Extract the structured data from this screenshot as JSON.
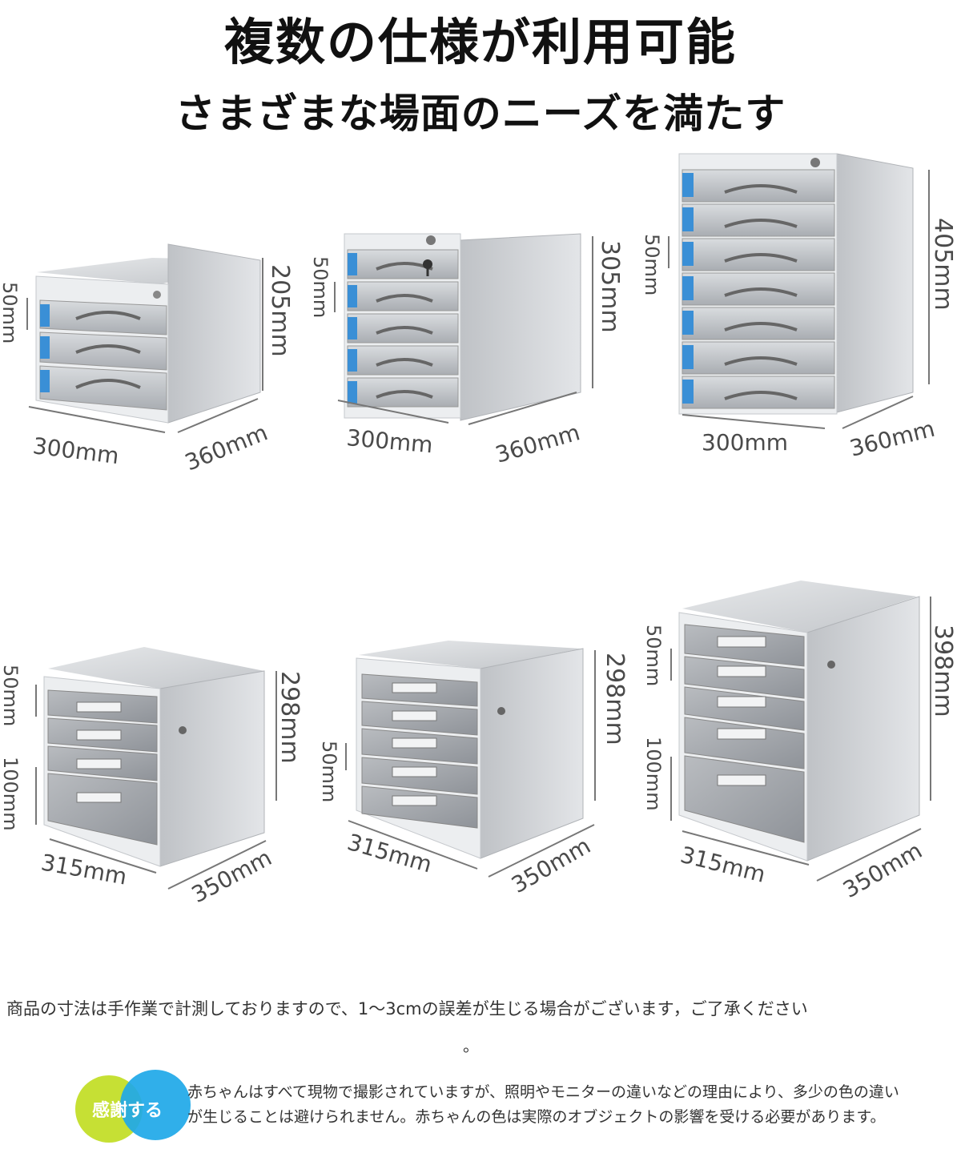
{
  "title": {
    "line1": "複数の仕様が利用可能",
    "line2": "さまざまな場面のニーズを満たす"
  },
  "top_row": [
    {
      "drawers": 3,
      "height": "205mm",
      "drawer": "50mm",
      "width": "300mm",
      "depth": "360mm"
    },
    {
      "drawers": 5,
      "height": "305mm",
      "drawer": "50mm",
      "width": "300mm",
      "depth": "360mm"
    },
    {
      "drawers": 7,
      "height": "405mm",
      "drawer": "50mm",
      "width": "300mm",
      "depth": "360mm"
    }
  ],
  "bottom_row": [
    {
      "drawers": 4,
      "height": "298mm",
      "drawer_small": "50mm",
      "drawer_large": "100mm",
      "width": "315mm",
      "depth": "350mm"
    },
    {
      "drawers": 5,
      "height": "298mm",
      "drawer_small": "50mm",
      "width": "315mm",
      "depth": "350mm"
    },
    {
      "drawers": 5,
      "height": "398mm",
      "drawer_small": "50mm",
      "drawer_large": "100mm",
      "width": "315mm",
      "depth": "350mm"
    }
  ],
  "notes": {
    "measurement": "商品の寸法は手作業で計測しておりますので、1〜3cmの誤差が生じる場合がございます，ご了承ください",
    "measurement_end": "。",
    "badge": "感謝する",
    "color_line1": "赤ちゃんはすべて現物で撮影されていますが、照明やモニターの違いなどの理由により、多少の色の違い",
    "color_line2": "が生じることは避けられません。赤ちゃんの色は実際のオブジェクトの影響を受ける必要があります。"
  },
  "colors": {
    "aluminum": "#c9ccd0",
    "frame": "#e8e9eb",
    "label_blue": "#3a8fd6",
    "badge_green": "#c6e034",
    "badge_blue": "#1ea8e8"
  }
}
